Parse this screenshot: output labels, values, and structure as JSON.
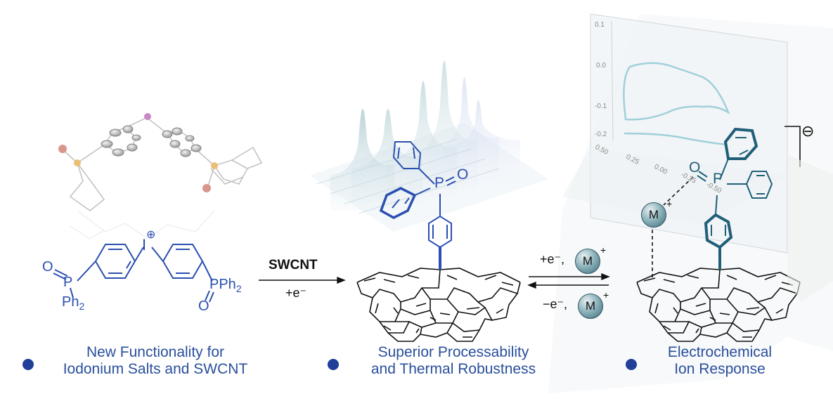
{
  "reactant": {
    "charge": "⊕",
    "iodine": "I",
    "p_left": "P",
    "o_left": "O",
    "ph2_left": "Ph",
    "p_right": "PPh",
    "o_right": "O",
    "sub": "2"
  },
  "reaction": {
    "reagent": "SWCNT",
    "condition": "+e⁻"
  },
  "middle_molecule": {
    "p": "P",
    "o": "O"
  },
  "equilibrium": {
    "forward": "+e⁻,",
    "backward": "−e⁻,",
    "ion": "M",
    "ion_charge": "+"
  },
  "right_molecule": {
    "o": "O",
    "p": "P",
    "ion": "M",
    "ion_charge": "+",
    "charge": "⊖"
  },
  "cv_ticks": {
    "y": [
      "0.1",
      "0.0",
      "-0.1",
      "-0.2"
    ],
    "x": [
      "0.50",
      "0.25",
      "0.00",
      "-0.25",
      "-0.50"
    ]
  },
  "labels": [
    {
      "line1": "New Functionality for",
      "line2": "Iodonium Salts and SWCNT"
    },
    {
      "line1": "Superior Processability",
      "line2": "and Thermal Robustness"
    },
    {
      "line1": "Electrochemical",
      "line2": "Ion Response"
    }
  ],
  "colors": {
    "reactant": "#2a4fb0",
    "middle": "#2a4fb0",
    "right": "#1f5f78",
    "bullets": "#1f3f98"
  }
}
